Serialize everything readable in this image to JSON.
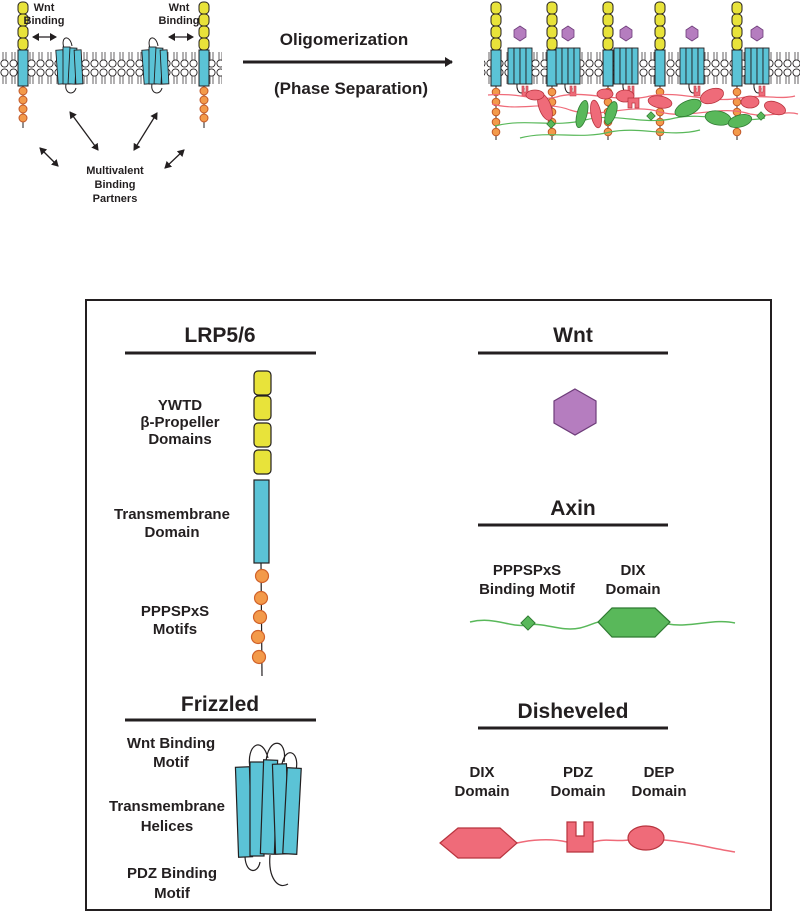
{
  "top": {
    "left_wnt_binding": [
      "Wnt",
      "Binding"
    ],
    "right_wnt_binding": [
      "Wnt",
      "Binding"
    ],
    "multivalent": [
      "Multivalent",
      "Binding",
      "Partners"
    ],
    "arrow_line1": "Oligomerization",
    "arrow_line2": "(Phase Separation)"
  },
  "legend": {
    "lrp": {
      "title": "LRP5/6",
      "ywtd": [
        "YWTD",
        "β-Propeller",
        "Domains"
      ],
      "tm": [
        "Transmembrane",
        "Domain"
      ],
      "motifs": [
        "PPPSPxS",
        "Motifs"
      ]
    },
    "frizzled": {
      "title": "Frizzled",
      "wnt_motif": [
        "Wnt Binding",
        "Motif"
      ],
      "helices": [
        "Transmembrane",
        "Helices"
      ],
      "pdz_motif": [
        "PDZ Binding",
        "Motif"
      ]
    },
    "wnt": {
      "title": "Wnt"
    },
    "axin": {
      "title": "Axin",
      "pppspxs": [
        "PPPSPxS",
        "Binding Motif"
      ],
      "dix": [
        "DIX",
        "Domain"
      ]
    },
    "dvl": {
      "title": "Disheveled",
      "dix": [
        "DIX",
        "Domain"
      ],
      "pdz": [
        "PDZ",
        "Domain"
      ],
      "dep": [
        "DEP",
        "Domain"
      ]
    }
  },
  "colors": {
    "ywtd": "#e8e33a",
    "tm": "#5bc3d6",
    "motif": "#f39a4a",
    "wnt": "#b57dbf",
    "axin": "#59b85a",
    "dvl": "#ef6b79"
  }
}
